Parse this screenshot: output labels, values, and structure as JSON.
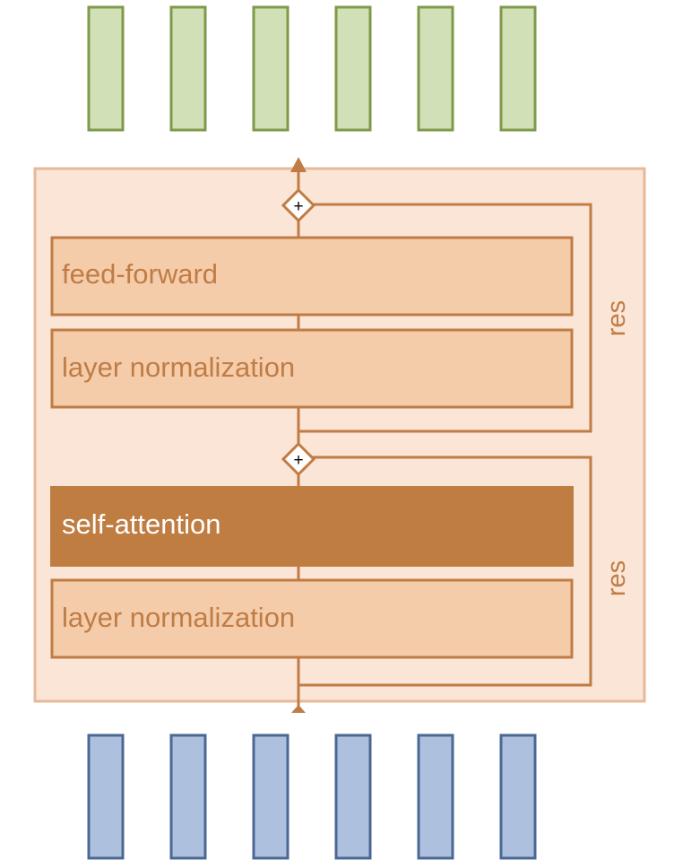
{
  "blocks": {
    "feed_forward": "feed-forward",
    "layer_norm_top": "layer normalization",
    "self_attention": "self-attention",
    "layer_norm_bottom": "layer normalization"
  },
  "residuals": {
    "top": "res",
    "bottom": "res"
  },
  "sum_symbol": "+",
  "output_token_count": 6,
  "input_token_count": 6,
  "colors": {
    "output_fill": "#d1e0b7",
    "output_stroke": "#7f9a49",
    "input_fill": "#adc1de",
    "input_stroke": "#4b6894",
    "container_fill": "#fbe5d6",
    "container_stroke": "#e7b998",
    "block_fill": "#f4ccaa",
    "block_stroke": "#c07c44",
    "attention_fill": "#bf7d42",
    "line": "#c07c44",
    "text": "#c07c44",
    "attention_text": "#ffffff"
  }
}
